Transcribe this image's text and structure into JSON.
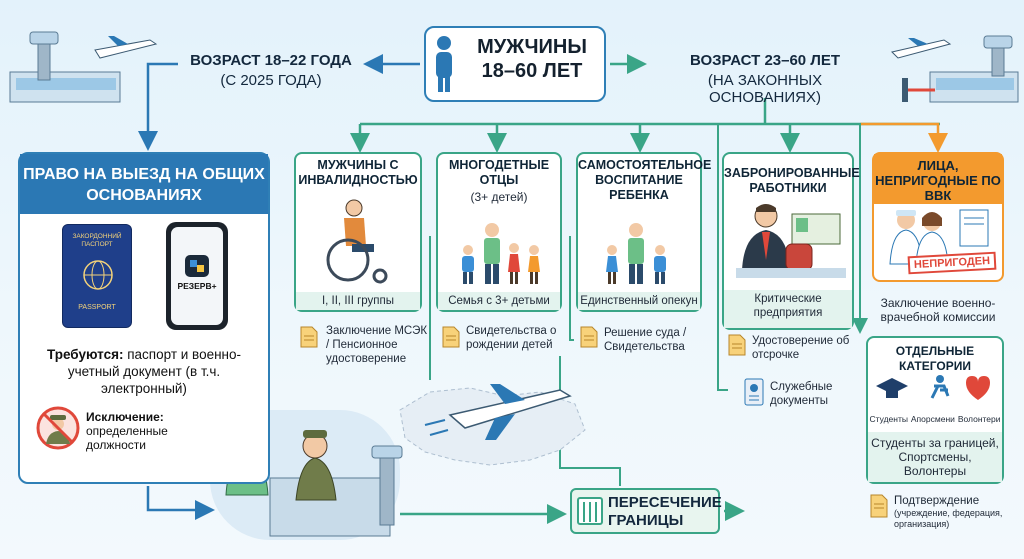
{
  "hub": {
    "title": "МУЖЧИНЫ 18–60 ЛЕТ"
  },
  "left_age": {
    "title": "ВОЗРАСТ 18–22 ГОДА",
    "sub": "(С 2025 ГОДА)"
  },
  "right_age": {
    "title": "ВОЗРАСТ 23–60 ЛЕТ",
    "sub": "(НА ЗАКОННЫХ ОСНОВАНИЯХ)"
  },
  "left_panel": {
    "title": "ПРАВО НА ВЫЕЗД НА ОБЩИХ ОСНОВАНИЯХ",
    "passport_top": "ЗАКОРДОННИЙ ПАСПОРТ",
    "passport_bottom": "PASSPORT",
    "app_name": "РЕЗЕРВ+",
    "required_bold": "Требуются:",
    "required_text": "паспорт и военно-учетный документ (в т.ч. электронный)",
    "exception_bold": "Исключение:",
    "exception_text": "определенные должности"
  },
  "cards": [
    {
      "title": "МУЖЧИНЫ С ИНВАЛИДНОСТЬЮ",
      "foot": "I, II, III группы",
      "doc": "Заключение МСЭК / Пенсионное удостоверение"
    },
    {
      "title": "МНОГОДЕТНЫЕ ОТЦЫ",
      "sub": "(3+ детей)",
      "foot": "Семья с 3+ детьми",
      "doc": "Свидетельства о рождении детей"
    },
    {
      "title": "САМОСТОЯТЕЛЬНОЕ ВОСПИТАНИЕ РЕБЕНКА",
      "foot": "Единственный опекун",
      "doc": "Решение суда / Свидетельства"
    },
    {
      "title": "ЗАБРОНИРОВАННЫЕ РАБОТНИКИ",
      "foot": "Критические предприятия",
      "doc": "Удостоверение об отсрочке",
      "doc2": "Служебные документы"
    },
    {
      "title": "ЛИЦА, НЕПРИГОДНЫЕ ПО ВВК",
      "stamp": "НЕПРИГОДЕН",
      "foot": "Заключение военно-врачебной комиссии"
    }
  ],
  "special": {
    "title": "ОТДЕЛЬНЫЕ КАТЕГОРИИ",
    "labels": [
      "Студенты",
      "Апорсмени",
      "Волонтери"
    ],
    "foot": "Студенты за границей, Спортсмены, Волонтеры",
    "doc_title": "Подтверждение",
    "doc_sub": "(учреждение, федерация, организация)"
  },
  "crossing": {
    "title": "ПЕРЕСЕЧЕНИЕ ГРАНИЦЫ"
  },
  "colors": {
    "blue": "#2b78b4",
    "green": "#3aa587",
    "orange": "#f39a2e",
    "red": "#e0483a"
  }
}
